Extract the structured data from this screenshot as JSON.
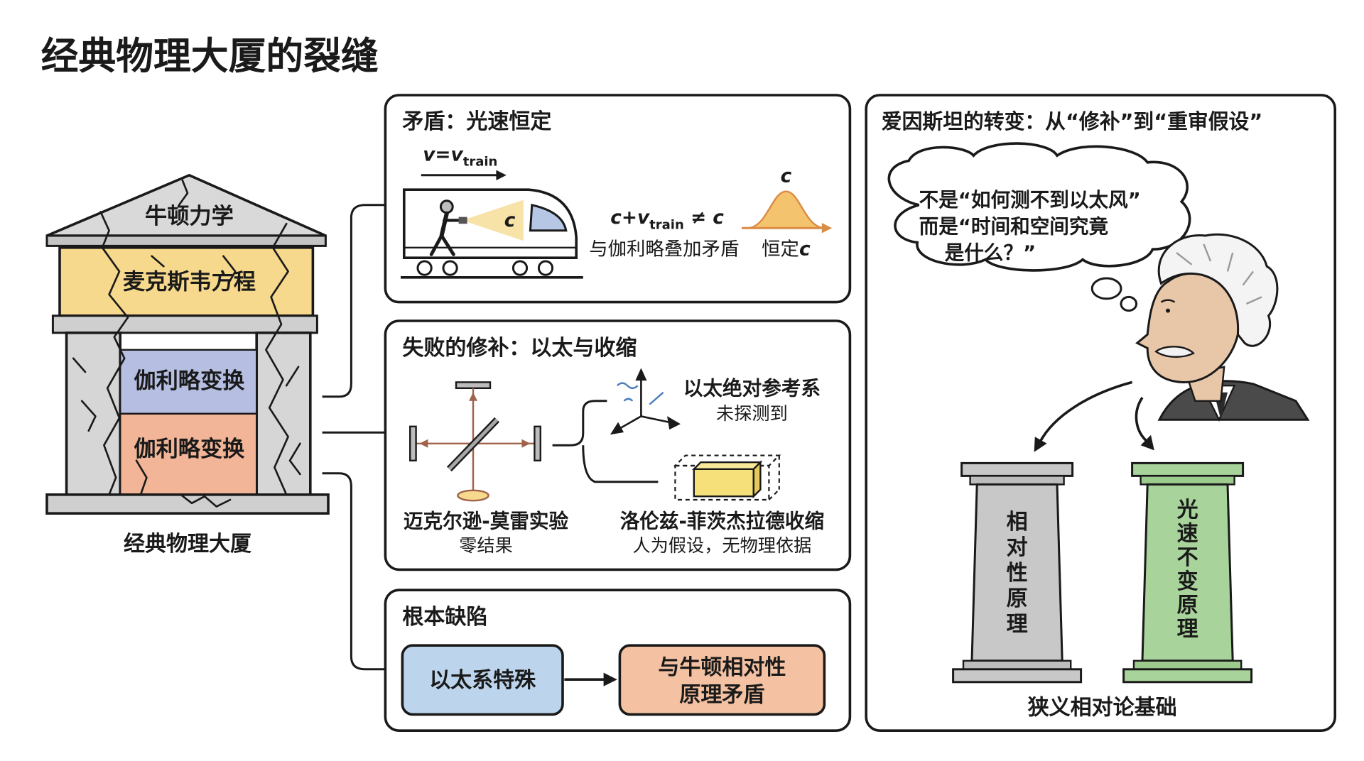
{
  "title": "经典物理大厦的裂缝",
  "building": {
    "roof_label": "牛顿力学",
    "beam_label": "麦克斯韦方程",
    "middle_label_top": "伽利略变换",
    "middle_label_bottom": "伽利略变换",
    "caption": "经典物理大厦"
  },
  "panel_contradiction": {
    "title": "矛盾：光速恒定",
    "velocity_main": "v=v",
    "velocity_sub": "train",
    "light_c": "c",
    "formula_main": "c+v",
    "formula_sub": "train",
    "formula_neq": " ≠ c",
    "formula_caption": "与伽利略叠加矛盾",
    "curve_label": "c",
    "constant_caption_prefix": "恒定",
    "constant_caption_c": "c"
  },
  "panel_fix": {
    "title": "失败的修补：以太与收缩",
    "mm_label": "迈克尔逊-莫雷实验",
    "mm_sub": "零结果",
    "ether_label": "以太绝对参考系",
    "ether_sub": "未探测到",
    "lorentz_label": "洛伦兹-菲茨杰拉德收缩",
    "lorentz_sub": "人为假设，无物理依据"
  },
  "panel_flaw": {
    "title": "根本缺陷",
    "box_left": "以太系特殊",
    "box_right_line1": "与牛顿相对性",
    "box_right_line2": "原理矛盾"
  },
  "panel_einstein": {
    "title": "爱因斯坦的转变：从“修补”到“重审假设”",
    "bubble_line1": "不是“如何测不到以太风”",
    "bubble_line2": "而是“时间和空间究竟",
    "bubble_line3": "是什么？”",
    "pillar_left": [
      "相",
      "对",
      "性",
      "原",
      "理"
    ],
    "pillar_right": [
      "光",
      "速",
      "不",
      "变",
      "原",
      "理"
    ],
    "caption": "狭义相对论基础"
  },
  "colors": {
    "beam": "#f6d98c",
    "blue_band": "#b6bfe2",
    "orange_band": "#f2b597",
    "stone": "#d6d6d6",
    "pillar_gray": "#c8c8c8",
    "pillar_green": "#a8d39a",
    "box_blue": "#bcd4ec",
    "box_orange": "#f4c2a2",
    "ether_block": "#f6e07a"
  }
}
